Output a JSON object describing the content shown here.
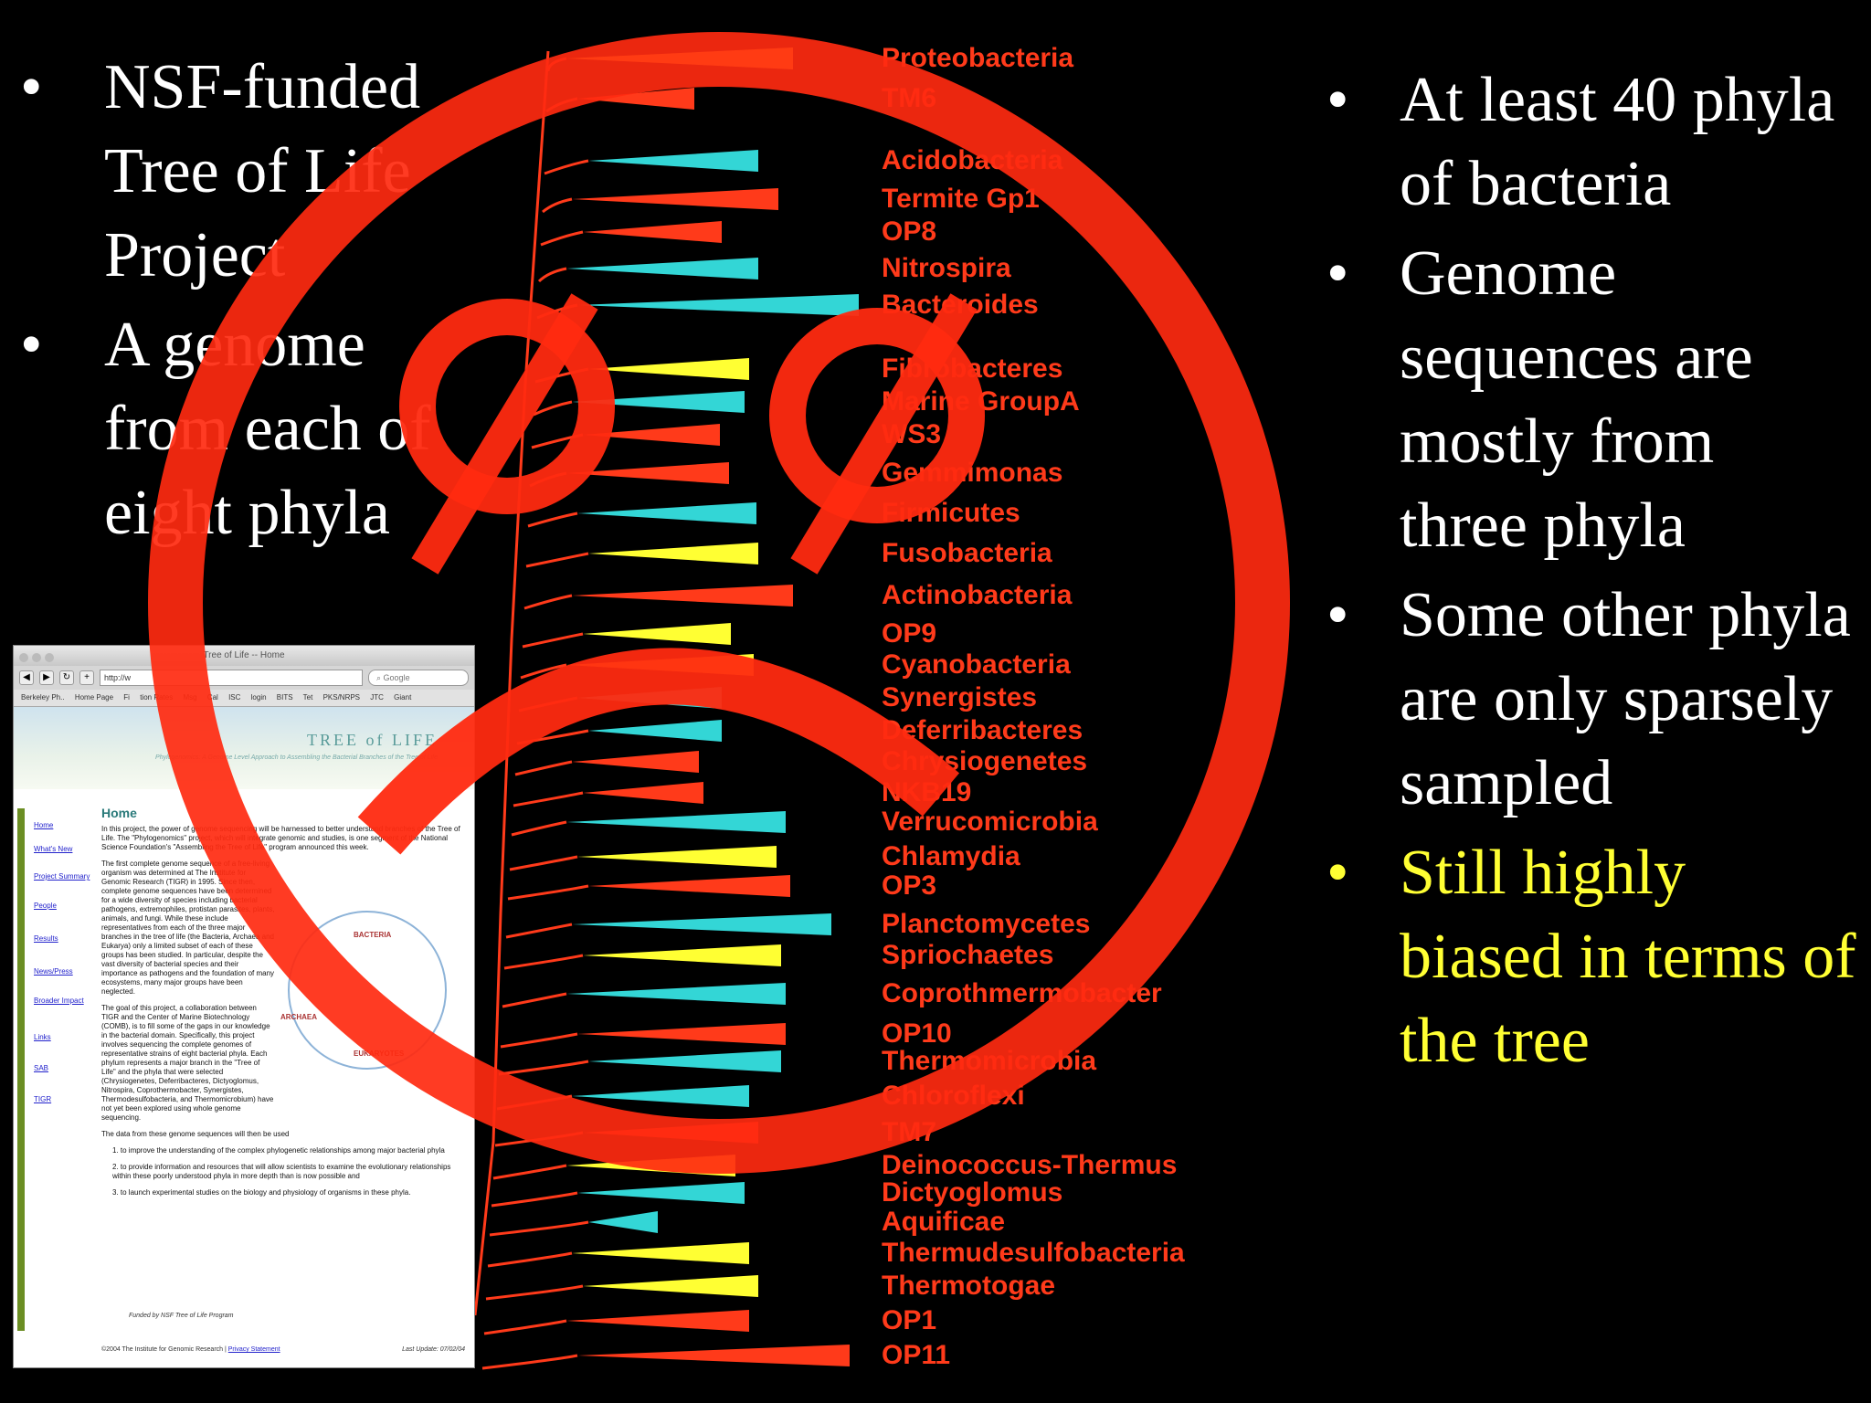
{
  "left_bullets": [
    "NSF-funded Tree of Life Project",
    "A genome from each of eight phyla"
  ],
  "right_bullets": [
    "At least 40 phyla of bacteria",
    "Genome sequences are mostly from three phyla",
    "Some other phyla are only sparsely sampled",
    "Still highly biased in terms of the tree"
  ],
  "phyla": [
    "Proteobacteria",
    "TM6",
    "Acidobacteria",
    "Termite Gp1",
    "OP8",
    "Nitrospira",
    "Bacteroides",
    "Fibrobacteres",
    "Marine GroupA",
    "WS3",
    "Gemmimonas",
    "Firmicutes",
    "Fusobacteria",
    "Actinobacteria",
    "OP9",
    "Cyanobacteria",
    "Synergistes",
    "Deferribacteres",
    "Chrysiogenetes",
    "NKB19",
    "Verrucomicrobia",
    "Chlamydia",
    "OP3",
    "Planctomycetes",
    "Spriochaetes",
    "Coprothmermobacter",
    "OP10",
    "Thermomicrobia",
    "Chloroflexi",
    "TM7",
    "Deinococcus-Thermus",
    "Dictyoglomus",
    "Aquificae",
    "Thermudesulfobacteria",
    "Thermotogae",
    "OP1",
    "OP11"
  ],
  "colors": {
    "red": "#ff3a1a",
    "yellow": "#ffff33",
    "cyan": "#33d6d6"
  },
  "browser": {
    "title": "Tree of Life -- Home",
    "url": "http://w",
    "search_placeholder": "Google",
    "bookmarks": [
      "Berkeley Ph..",
      "Home Page",
      "Fi",
      "tion Rates",
      "Msg",
      "Cal",
      "ISC",
      "login",
      "BITS",
      "Tet",
      "PKS/NRPS",
      "JTC",
      "Giant"
    ],
    "logo": "TREE of LIFE",
    "logo_sub": "Phylogenomics: A Genome Level Approach to Assembling the Bacterial Branches of the Tree of Life",
    "nav": [
      "Home",
      "What's New",
      "Project Summary",
      "People",
      "Results",
      "News/Press",
      "Broader Impact",
      "Links",
      "SAB",
      "TIGR"
    ],
    "heading": "Home",
    "paragraphs": [
      "In this project, the power of genome sequencing will be harnessed to better understand branches of the Tree of Life. The \"Phylogenomics\" project, which will integrate genomic and studies, is one segment of the National Science Foundation's \"Assembling the Tree of Life\" program announced this week.",
      "The first complete genome sequence of a free-living organism was determined at The Institute for Genomic Research (TIGR) in 1995. Since then, complete genome sequences have been determined for a wide diversity of species including bacterial pathogens, extremophiles, protistan parasites, plants, animals, and fungi. While these include representatives from each of the three major branches in the tree of life (the Bacteria, Archaea and Eukarya) only a limited subset of each of these groups has been studied. In particular, despite the vast diversity of bacterial species and their importance as pathogens and the foundation of many ecosystems, many major groups have been neglected.",
      "The goal of this project, a collaboration between TIGR and the Center of Marine Biotechnology (COMB), is to fill some of the gaps in our knowledge in the bacterial domain. Specifically, this project involves sequencing the complete genomes of representative strains of eight bacterial phyla. Each phylum represents a major branch in the \"Tree of Life\" and the phyla that were selected (Chrysiogenetes, Deferribacteres, Dictyoglomus, Nitrospira, Coprothermobacter, Synergistes, Thermodesulfobacteria, and Thermomicrobium) have not yet been explored using whole genome sequencing.",
      "The data from these genome sequences will then be used",
      "1. to improve the understanding of the complex phylogenetic relationships among major bacterial phyla",
      "2. to provide information and resources that will allow scientists to examine the evolutionary relationships within these poorly understood phyla in more depth than is now possible and",
      "3. to launch experimental studies on the biology and physiology of organisms in these phyla."
    ],
    "diagram_labels": [
      "BACTERIA",
      "ARCHAEA",
      "EUKARYOTES"
    ],
    "funded": "Funded by NSF Tree of Life Program",
    "copyright": "©2004 The Institute for Genomic Research |",
    "privacy": "Privacy Statement",
    "updated": "Last Update: 07/02/04"
  }
}
